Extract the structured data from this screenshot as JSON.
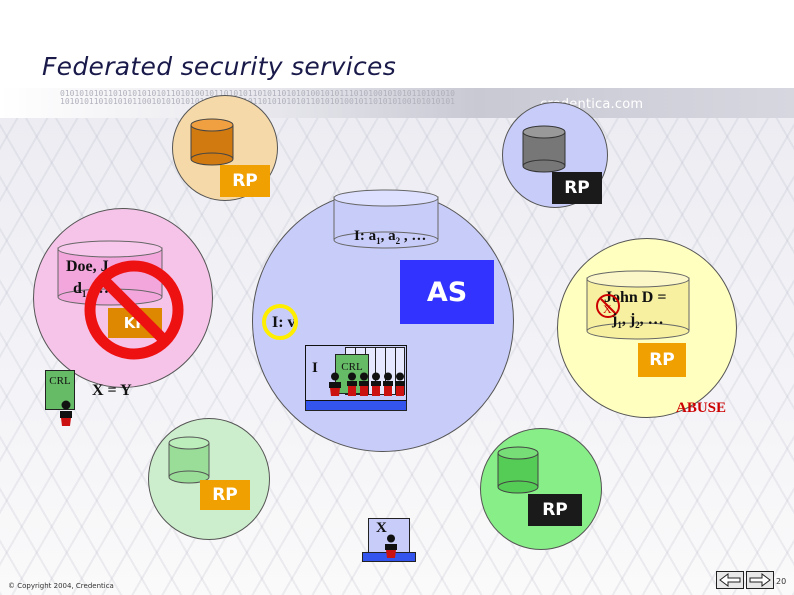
{
  "slide": {
    "title": "Federated security services",
    "brand": "credentica.com",
    "copyright": "© Copyright 2004, Credentica",
    "page_number": "20"
  },
  "diagram": {
    "rp_label": "RP",
    "as_label": "AS",
    "as_attributes_prefix": "I: a",
    "as_attributes_suffix": ", a",
    "as_attributes_tail": " , …",
    "left_record_line1": "Doe, J",
    "left_record_line2": "d",
    "left_record_line2_tail": " , …",
    "left_key_label": "KP",
    "i_v_label": "I: v",
    "crl_label": "CRL",
    "x_equals_y": "X = Y",
    "i_label": "I",
    "right_record_line1": "John D =",
    "right_record_x": "X",
    "right_record_line2": "j",
    "abuse_label": "ABUSE",
    "x_label": "X"
  },
  "colors": {
    "rp_box": "#f0a000",
    "rp_box_dark": "#1a1a1a",
    "as_box": "#3333ff",
    "center_circle": "#c8ccf8",
    "top_left_circle": "#f5d9a8",
    "top_right_circle": "#c8ccf8",
    "left_circle": "#f5c4e8",
    "right_circle": "#ffffc0",
    "bottom_left_circle": "#cceecc",
    "bottom_right_circle": "#88ee88",
    "no_sign": "#ee1111",
    "highlight_ring": "#ffee00",
    "abuse_text": "#cc0000",
    "title_text": "#1a1a4a"
  },
  "icons": [
    "database-icon",
    "no-entry-icon",
    "person-icon",
    "crl-document-icon",
    "nav-arrow-icon"
  ]
}
